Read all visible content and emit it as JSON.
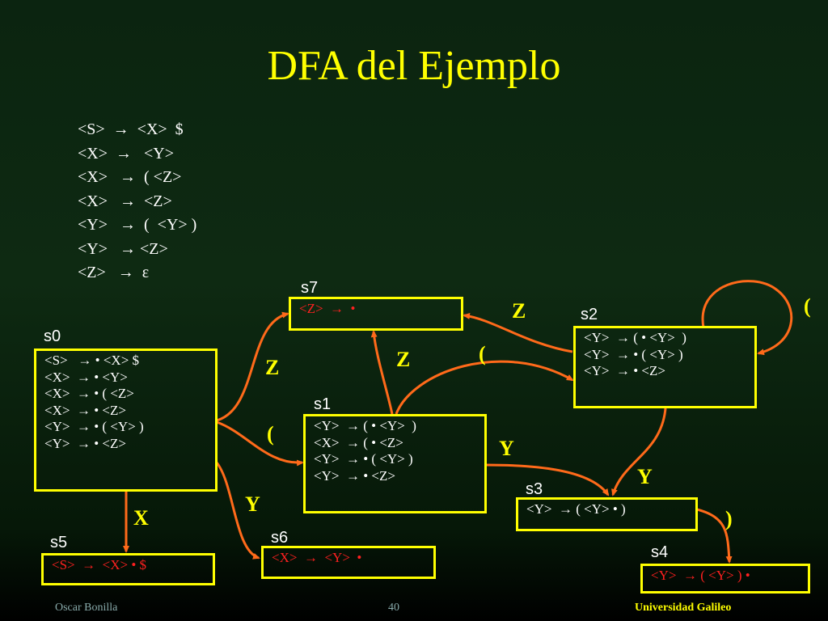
{
  "title": "DFA del Ejemplo",
  "grammar": [
    "<S>  →  <X>  $",
    "<X>  →   <Y>",
    "<X>   →  ( <Z>",
    "<X>   →  <Z>",
    "<Y>   →  (  <Y> )",
    "<Y>   → <Z>",
    "<Z>   →  ε"
  ],
  "states": {
    "s0": {
      "label": "s0",
      "items": [
        "<S>   → • <X> $",
        "<X>  → • <Y>",
        "<X>  → • ( <Z>",
        "<X>  → • <Z>",
        "<Y>  → • ( <Y> )",
        "<Y>  → • <Z>"
      ]
    },
    "s1": {
      "label": "s1",
      "items": [
        "<Y>  → ( • <Y>  )",
        "<X>  → ( • <Z>",
        "<Y>  → • ( <Y> )",
        "<Y>  → • <Z>"
      ]
    },
    "s2": {
      "label": "s2",
      "items": [
        "<Y>  → ( • <Y>  )",
        "<Y>  → • ( <Y> )",
        "<Y>  → • <Z>"
      ]
    },
    "s3": {
      "label": "s3",
      "items": [
        "<Y>  → ( <Y> • )"
      ]
    },
    "s4": {
      "label": "s4",
      "items": [
        "<Y>  → ( <Y> ) •"
      ]
    },
    "s5": {
      "label": "s5",
      "items": [
        "<S>  →  <X> • $"
      ]
    },
    "s6": {
      "label": "s6",
      "items": [
        "<X>  →  <Y>  •"
      ]
    },
    "s7": {
      "label": "s7",
      "items": [
        "<Z>  →  •"
      ]
    }
  },
  "edges": {
    "s0_s7": "Z",
    "s0_s1": "(",
    "s0_s6": "Y",
    "s0_s5": "X",
    "s1_s7": "Z",
    "s1_s2": "(",
    "s1_s3": "Y",
    "s2_s7": "Z",
    "s2_s2": "(",
    "s2_s3": "Y",
    "s3_s4": ")"
  },
  "colors": {
    "background": "#0e2a12",
    "title": "#ffff00",
    "box_border": "#ffff00",
    "final_item": "#ff2020",
    "arrow": "#ff6a1a",
    "edge_label": "#ffff00"
  },
  "footer": {
    "author": "Oscar Bonilla",
    "page": "40",
    "org": "Universidad Galileo"
  }
}
